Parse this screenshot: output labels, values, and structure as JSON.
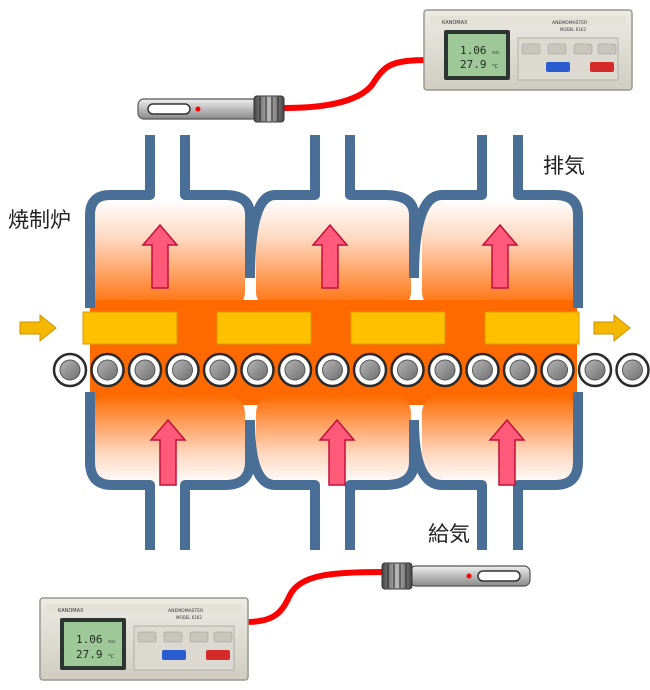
{
  "labels": {
    "furnace": "焼制炉",
    "exhaust": "排気",
    "intake": "給気"
  },
  "meter_top": {
    "brand": "KANOMAX",
    "model_line1": "ANEMOMASTER",
    "model_line2": "MODEL 6162",
    "reading_1": "1.06",
    "reading_1_unit": "m/s",
    "reading_2": "27.9",
    "reading_2_unit": "°C"
  },
  "meter_bottom": {
    "brand": "KANOMAX",
    "model_line1": "ANEMOMASTER",
    "model_line2": "MODEL 6162",
    "reading_1": "1.06",
    "reading_1_unit": "m/s",
    "reading_2": "27.9",
    "reading_2_unit": "°C"
  },
  "colors": {
    "chamber_wall": "#4a6f96",
    "heat_core": "#ff6a00",
    "heat_fade": "#ffffff",
    "work_piece": "#ffc000",
    "heat_arrow": "#ff5a7a",
    "flow_arrow": "#f5b800",
    "cable": "#ff0000",
    "roller": "#8a8a8a"
  }
}
